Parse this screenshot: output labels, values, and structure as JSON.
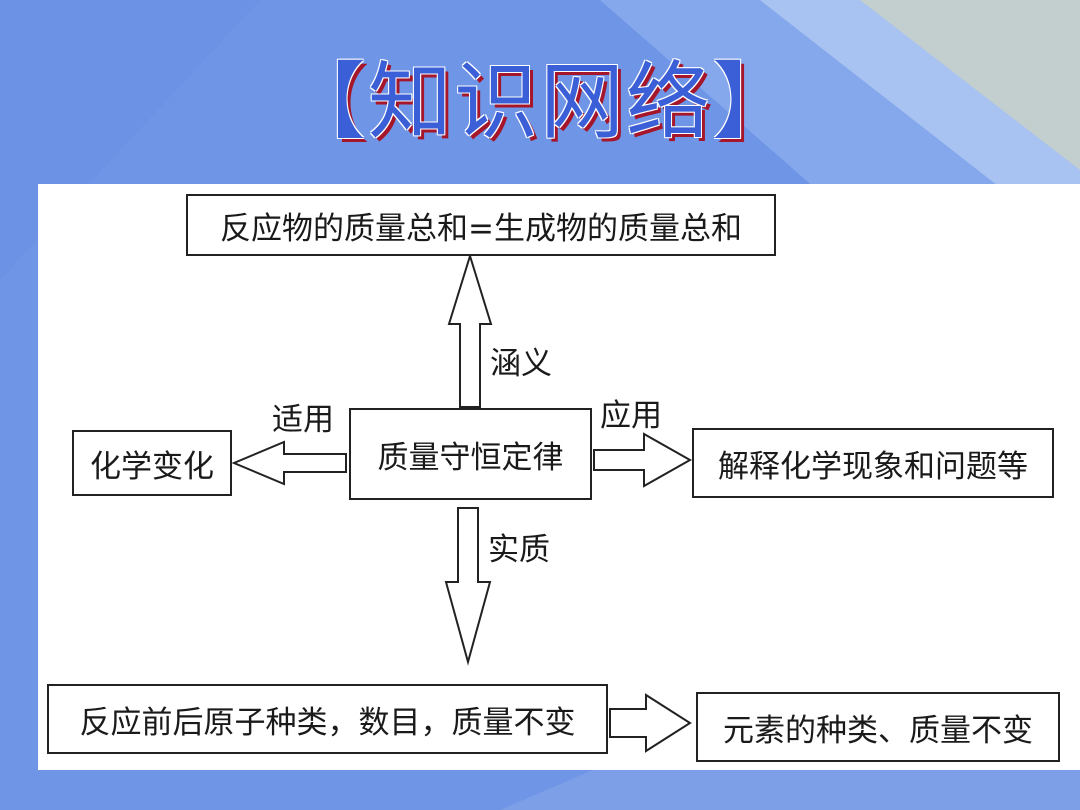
{
  "title": "【知识网络】",
  "colors": {
    "background": "#6f95e6",
    "title_fill": "#3b5fd6",
    "title_shadow": "#a5162b",
    "panel": "#ffffff",
    "stroke": "#222222"
  },
  "diagram": {
    "center": "质量守恒定律",
    "top": "反应物的质量总和=生成物的质量总和",
    "left": "化学变化",
    "right": "解释化学现象和问题等",
    "bottom": "反应前后原子种类，数目，质量不变",
    "bottom_right": "元素的种类、质量不变",
    "edge_up": "涵义",
    "edge_left": "适用",
    "edge_right": "应用",
    "edge_down": "实质"
  }
}
